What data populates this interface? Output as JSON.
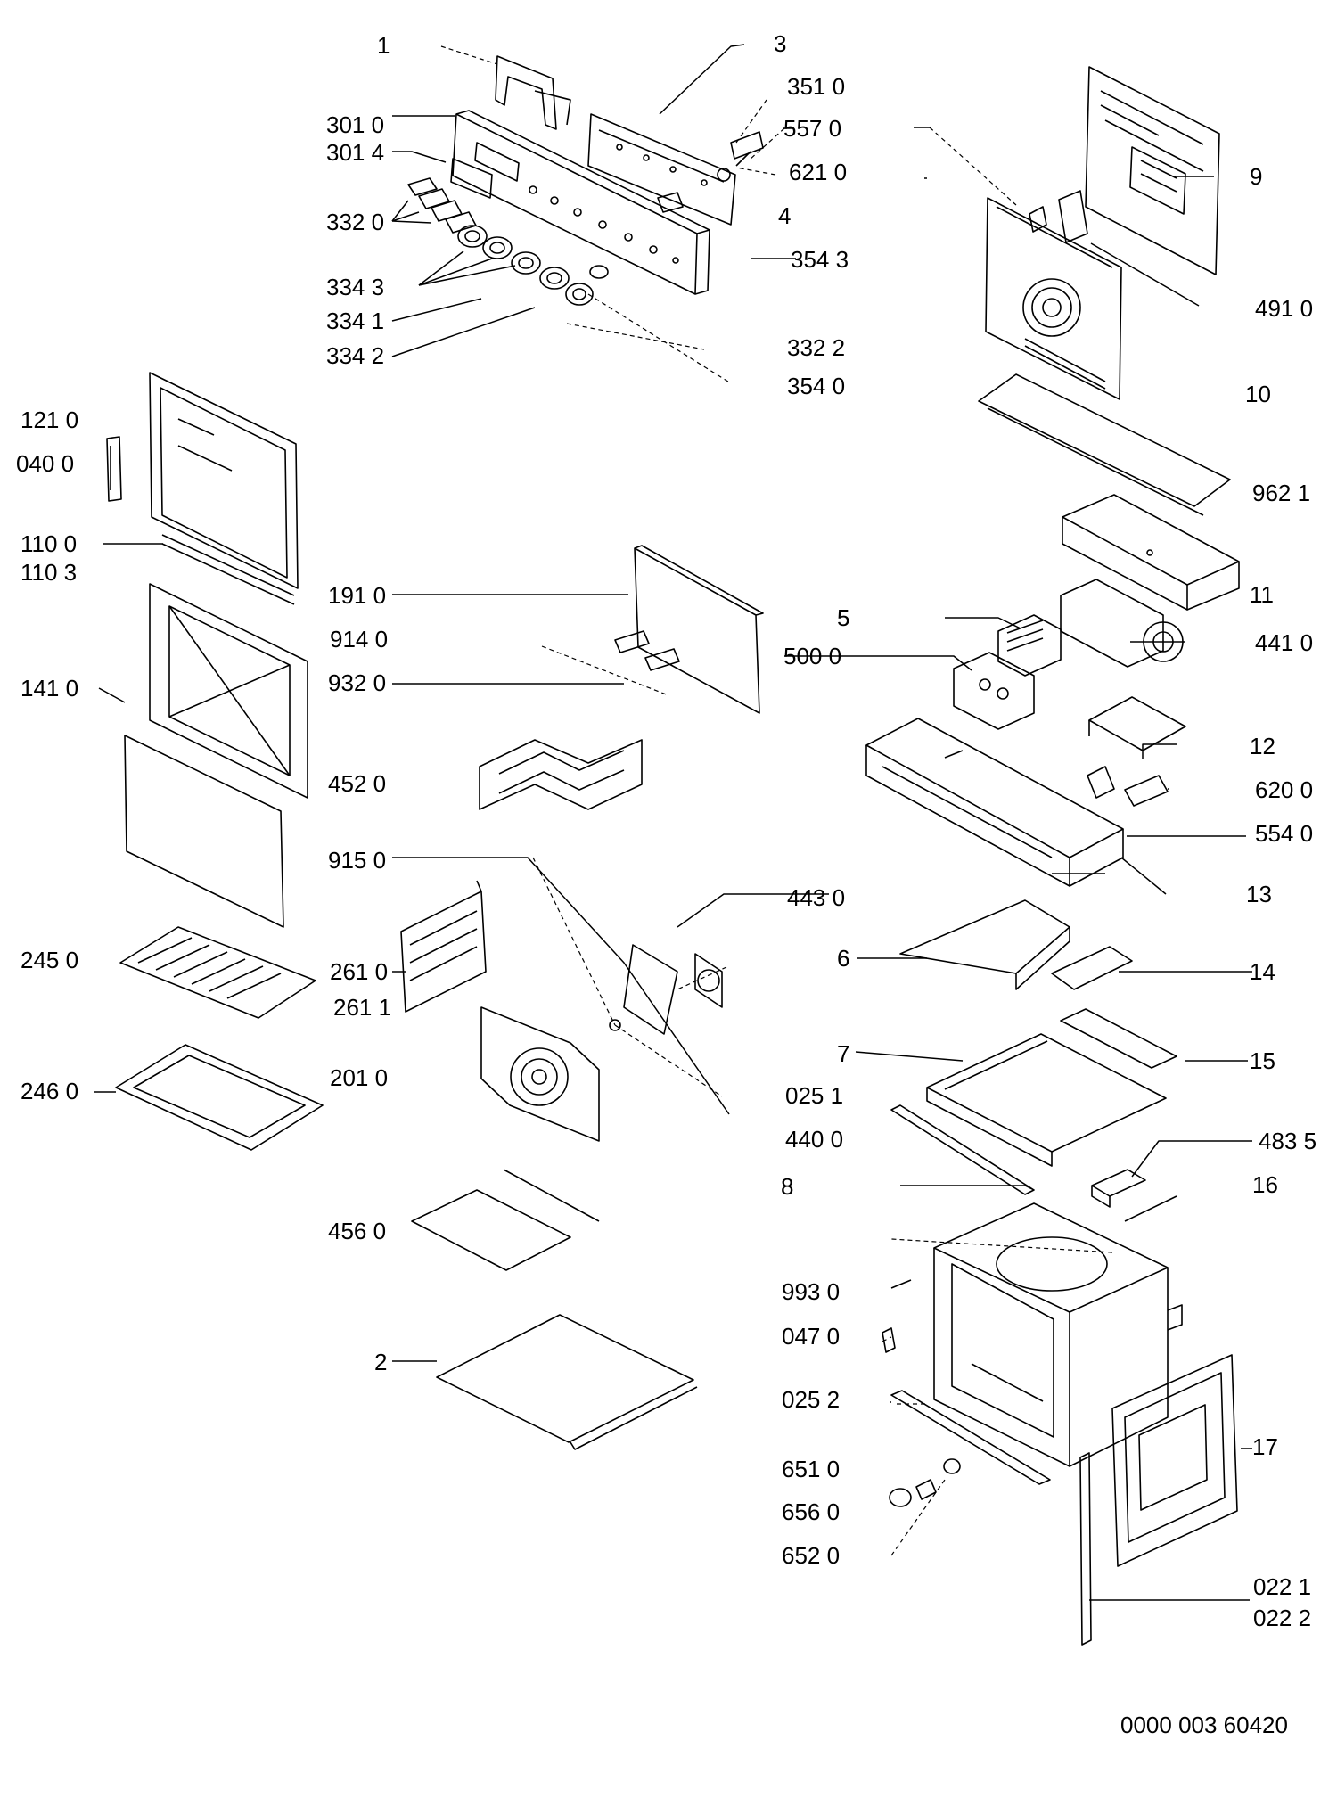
{
  "diagram": {
    "title": "",
    "drawing_number": "0000 003 60420",
    "callouts": {
      "c1": "1",
      "c3": "3",
      "c351_0": "351 0",
      "c557_0": "557 0",
      "c621_0": "621 0",
      "c4": "4",
      "c9": "9",
      "c301_0": "301 0",
      "c301_4": "301 4",
      "c332_0": "332 0",
      "c354_3": "354 3",
      "c334_3": "334 3",
      "c334_1": "334 1",
      "c334_2": "334 2",
      "c332_2": "332 2",
      "c354_0": "354 0",
      "c491_0": "491 0",
      "c10": "10",
      "c121_0": "121 0",
      "c040_0": "040 0",
      "c962_1": "962 1",
      "c110_0": "110 0",
      "c110_3": "110 3",
      "c191_0": "191 0",
      "c11": "11",
      "c914_0": "914 0",
      "c5": "5",
      "c441_0": "441 0",
      "c500_0": "500 0",
      "c932_0": "932 0",
      "c141_0": "141 0",
      "c12": "12",
      "c452_0": "452 0",
      "c620_0": "620 0",
      "c554_0": "554 0",
      "c915_0": "915 0",
      "c443_0": "443 0",
      "c13": "13",
      "c245_0": "245 0",
      "c261_0": "261 0",
      "c6": "6",
      "c14": "14",
      "c261_1": "261 1",
      "c7": "7",
      "c15": "15",
      "c201_0": "201 0",
      "c246_0": "246 0",
      "c025_1": "025 1",
      "c440_0": "440 0",
      "c483_5": "483 5",
      "c8": "8",
      "c16": "16",
      "c456_0": "456 0",
      "c993_0": "993 0",
      "c047_0": "047 0",
      "c2": "2",
      "c025_2": "025 2",
      "c17": "17",
      "c651_0": "651 0",
      "c656_0": "656 0",
      "c652_0": "652 0",
      "c022_1": "022 1",
      "c022_2": "022 2"
    }
  }
}
